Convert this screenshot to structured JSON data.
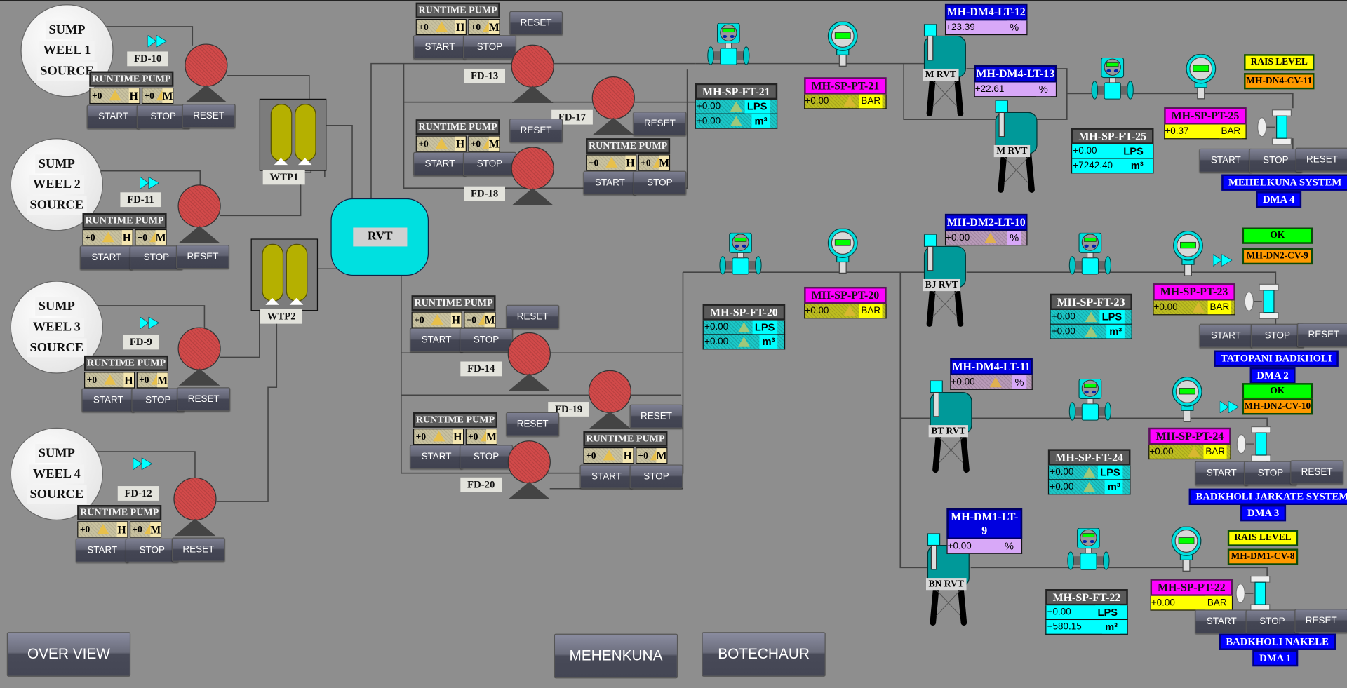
{
  "sources": [
    {
      "line1": "SUMP",
      "line2": "WEEL 1",
      "line3": "SOURCE",
      "feeder": "FD-10"
    },
    {
      "line1": "SUMP",
      "line2": "WEEL 2",
      "line3": "SOURCE",
      "feeder": "FD-11"
    },
    {
      "line1": "SUMP",
      "line2": "WEEL 3",
      "line3": "SOURCE",
      "feeder": "FD-9"
    },
    {
      "line1": "SUMP",
      "line2": "WEEL 4",
      "line3": "SOURCE",
      "feeder": "FD-12"
    }
  ],
  "runtime": {
    "title": "RUNTIME PUMP",
    "hours_value": "+0",
    "hours_unit": "H",
    "minutes_value": "+0",
    "minutes_unit": "M"
  },
  "buttons": {
    "start": "START",
    "stop": "STOP",
    "reset": "RESET"
  },
  "treatment": {
    "wtp1": "WTP1",
    "wtp2": "WTP2",
    "rvt": "RVT"
  },
  "distribution_pumps": [
    {
      "feeder": "FD-13"
    },
    {
      "feeder": "FD-17"
    },
    {
      "feeder": "FD-18"
    },
    {
      "feeder": "FD-14"
    },
    {
      "feeder": "FD-19"
    },
    {
      "feeder": "FD-20"
    }
  ],
  "flow_meters": {
    "ft21": {
      "tag": "MH-SP-FT-21",
      "flow": "+0.00",
      "flow_unit": "LPS",
      "total": "+0.00",
      "total_unit": "m³"
    },
    "ft25": {
      "tag": "MH-SP-FT-25",
      "flow": "+0.00",
      "flow_unit": "LPS",
      "total": "+7242.40",
      "total_unit": "m³"
    },
    "ft20": {
      "tag": "MH-SP-FT-20",
      "flow": "+0.00",
      "flow_unit": "LPS",
      "total": "+0.00",
      "total_unit": "m³"
    },
    "ft23": {
      "tag": "MH-SP-FT-23",
      "flow": "+0.00",
      "flow_unit": "LPS",
      "total": "+0.00",
      "total_unit": "m³"
    },
    "ft24": {
      "tag": "MH-SP-FT-24",
      "flow": "+0.00",
      "flow_unit": "LPS",
      "total": "+0.00",
      "total_unit": "m³"
    },
    "ft22": {
      "tag": "MH-SP-FT-22",
      "flow": "+0.00",
      "flow_unit": "LPS",
      "total": "+580.15",
      "total_unit": "m³"
    }
  },
  "pressure": {
    "pt21": {
      "tag": "MH-SP-PT-21",
      "value": "+0.00",
      "unit": "BAR"
    },
    "pt25": {
      "tag": "MH-SP-PT-25",
      "value": "+0.37",
      "unit": "BAR"
    },
    "pt20": {
      "tag": "MH-SP-PT-20",
      "value": "+0.00",
      "unit": "BAR"
    },
    "pt23": {
      "tag": "MH-SP-PT-23",
      "value": "+0.00",
      "unit": "BAR"
    },
    "pt24": {
      "tag": "MH-SP-PT-24",
      "value": "+0.00",
      "unit": "BAR"
    },
    "pt22": {
      "tag": "MH-SP-PT-22",
      "value": "+0.00",
      "unit": "BAR"
    }
  },
  "levels": {
    "lt12": {
      "tag": "MH-DM4-LT-12",
      "value": "+23.39",
      "unit": "%"
    },
    "lt13": {
      "tag": "MH-DM4-LT-13",
      "value": "+22.61",
      "unit": "%"
    },
    "lt10": {
      "tag": "MH-DM2-LT-10",
      "value": "+0.00",
      "unit": "%"
    },
    "lt11": {
      "tag": "MH-DM4-LT-11",
      "value": "+0.00",
      "unit": "%"
    },
    "lt9": {
      "tag": "MH-DM1-LT-9",
      "value": "+0.00",
      "unit": "%"
    }
  },
  "tanks": {
    "m_rvt_1": "M RVT",
    "m_rvt_2": "M RVT",
    "bj_rvt": "BJ RVT",
    "bt_rvt": "BT RVT",
    "bn_rvt": "BN RVT"
  },
  "valves": {
    "dma4": {
      "status": "RAIS LEVEL",
      "tag": "MH-DN4-CV-11",
      "system": "MEHELKUNA SYSTEM",
      "dma": "DMA 4"
    },
    "dma2": {
      "status": "OK",
      "tag": "MH-DN2-CV-9",
      "system": "TATOPANI BADKHOLI",
      "dma": "DMA 2"
    },
    "dma3": {
      "status": "OK",
      "tag": "MH-DN2-CV-10",
      "system": "BADKHOLI JARKATE SYSTEM",
      "dma": "DMA 3"
    },
    "dma1": {
      "status": "RAIS LEVEL",
      "tag": "MH-DM1-CV-8",
      "system": "BADKHOLI NAKELE",
      "dma": "DMA 1"
    }
  },
  "navigation": {
    "overview": "OVER VIEW",
    "mehenkuna": "MEHENKUNA",
    "botechaur": "BOTECHAUR"
  },
  "colors": {
    "background": "#8e8e8e",
    "pump_stopped": "#d24a4a",
    "pipe": "#444444",
    "flow_arrow": "#00ffff",
    "tank": "#009999",
    "rvt": "#00e0e0",
    "lt_header": "#0000e0",
    "pt_header": "#ff00ff",
    "ok_green": "#00ff00",
    "rais_yellow": "#ffff00",
    "cv_orange": "#ff9900"
  }
}
